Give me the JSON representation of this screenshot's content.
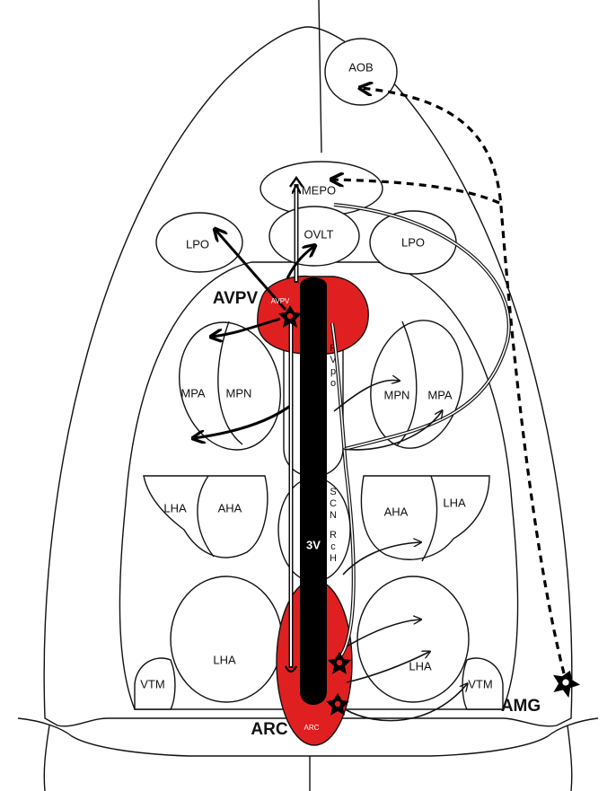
{
  "labels": {
    "aob": "AOB",
    "mepo": "MEPO",
    "ovlt": "OVLT",
    "lpo_left": "LPO",
    "lpo_right": "LPO",
    "avpv": "AVPV",
    "avpv_small": "AVPV",
    "pvpo": [
      "P",
      "V",
      "p",
      "o"
    ],
    "mpa_left": "MPA",
    "mpn_left": "MPN",
    "mpn_right": "MPN",
    "mpa_right": "MPA",
    "lha_left_upper": "LHA",
    "aha_left": "AHA",
    "aha_right": "AHA",
    "lha_right_upper": "LHA",
    "scn": [
      "S",
      "C",
      "N"
    ],
    "rch": [
      "R",
      "c",
      "H"
    ],
    "third_ventricle": "3V",
    "lha_left_lower": "LHA",
    "lha_right_lower": "LHA",
    "vtm_left": "VTM",
    "vtm_right": "VTM",
    "arc": "ARC",
    "arc_small": "ARC",
    "amg": "AMG"
  },
  "colors": {
    "nucleus_fill": "#e02020",
    "ventricle_fill": "#000000",
    "line": "#111111"
  }
}
